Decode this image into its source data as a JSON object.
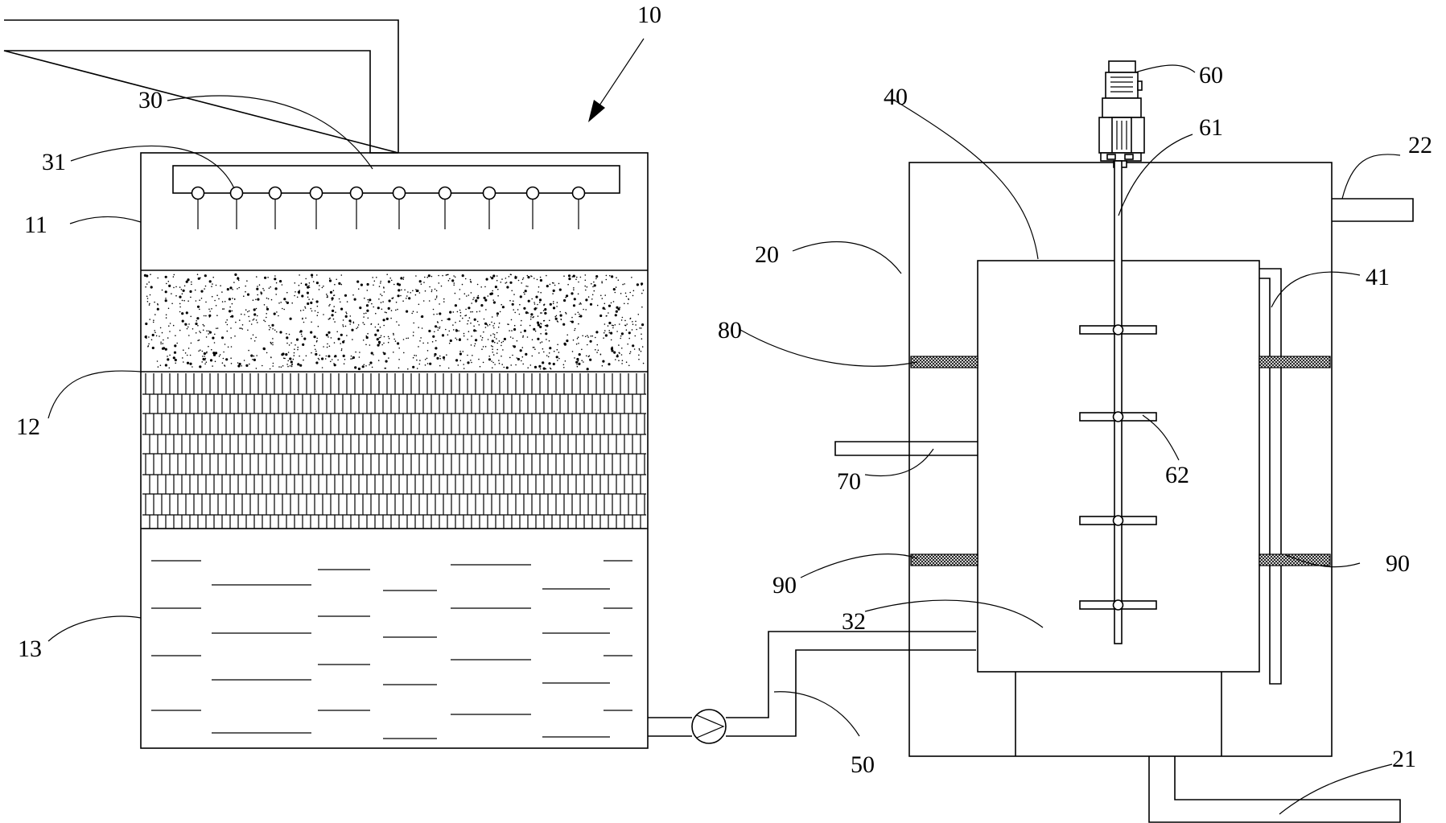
{
  "labels": {
    "l10": "10",
    "l11": "11",
    "l12": "12",
    "l13": "13",
    "l20": "20",
    "l21": "21",
    "l22": "22",
    "l30": "30",
    "l31": "31",
    "l32": "32",
    "l40": "40",
    "l41": "41",
    "l50": "50",
    "l60": "60",
    "l61": "61",
    "l62": "62",
    "l70": "70",
    "l80": "80",
    "l90a": "90",
    "l90b": "90"
  },
  "spray_nozzle_count": 10,
  "paddle_count": 4
}
